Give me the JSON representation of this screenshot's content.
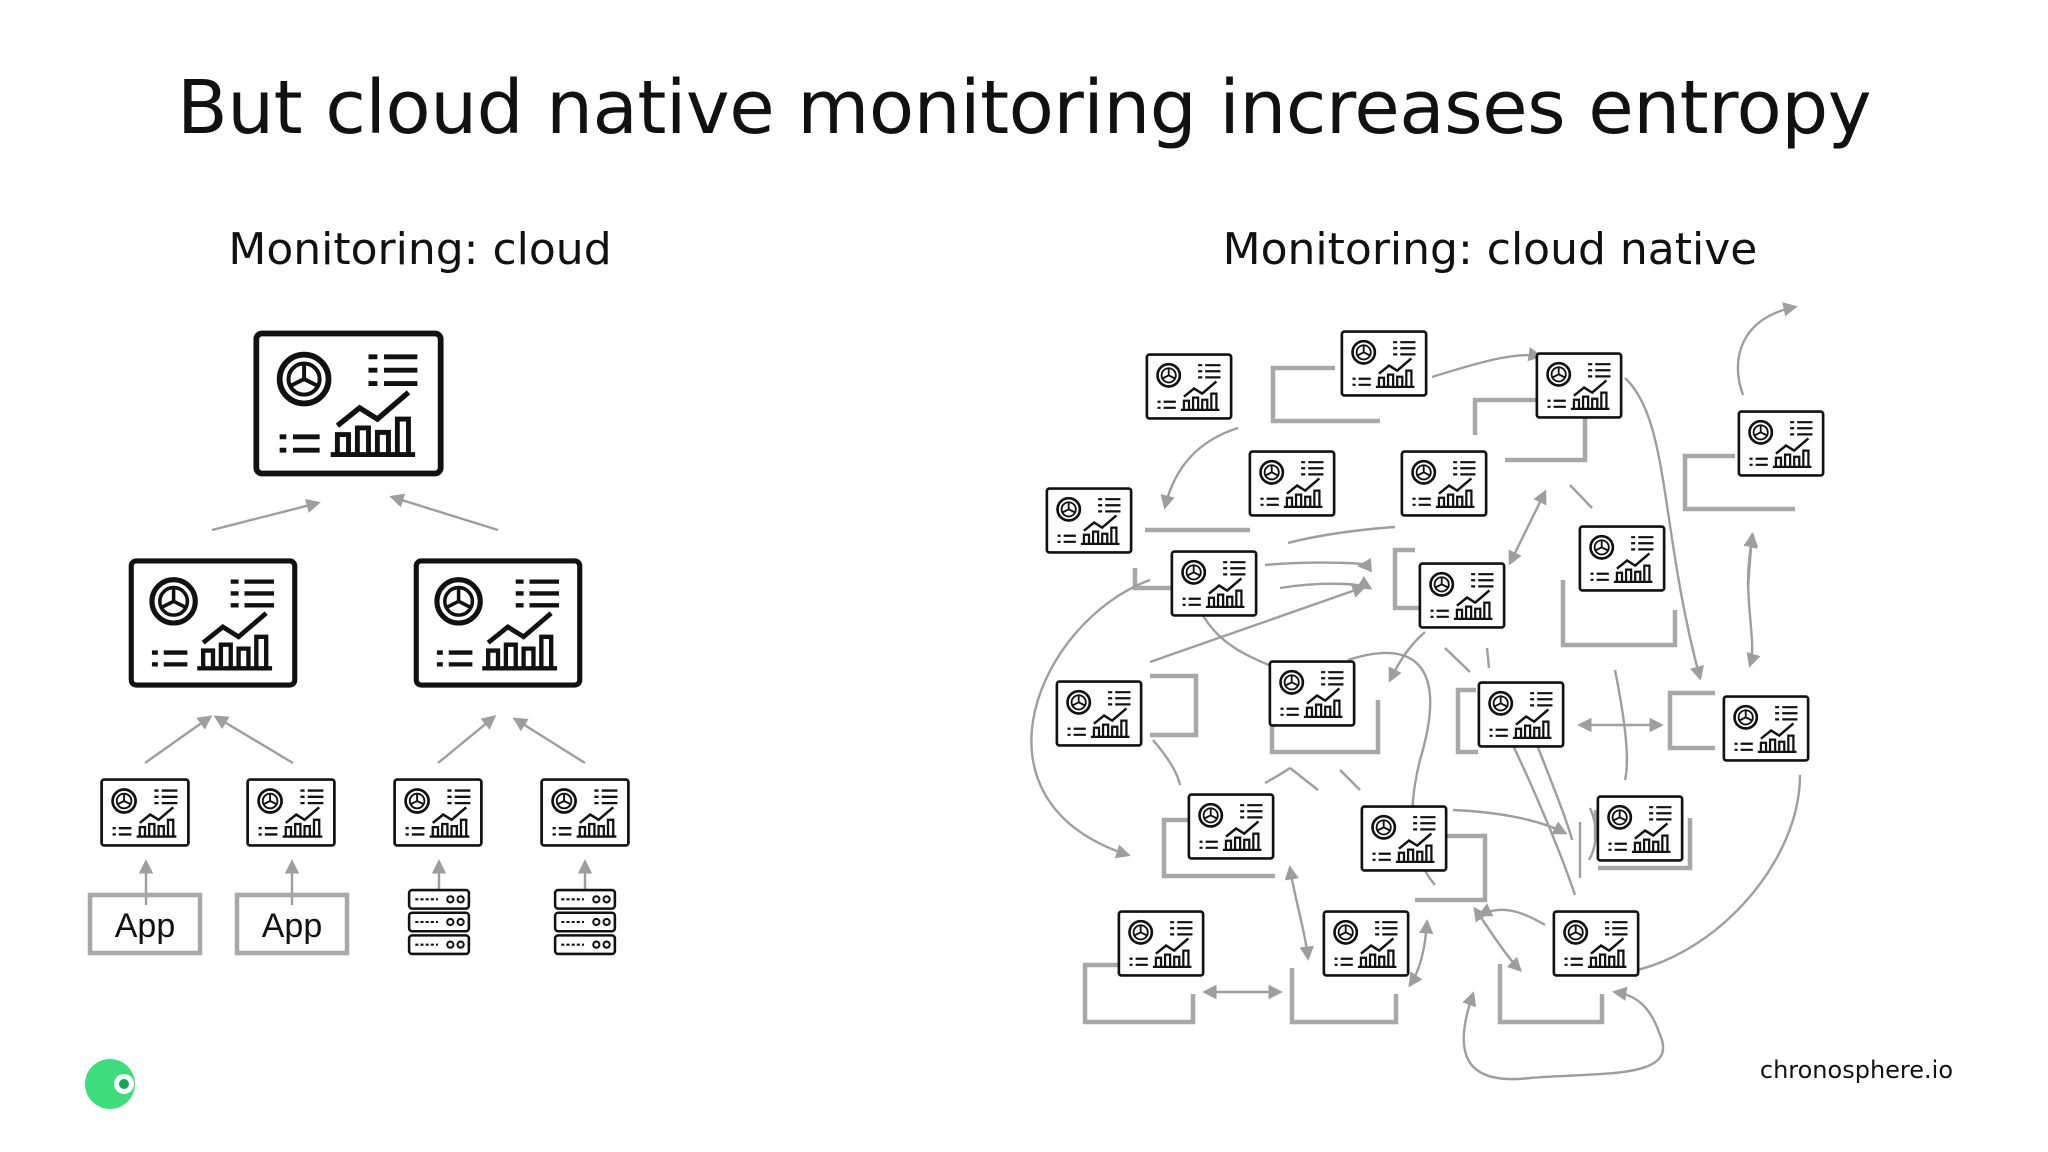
{
  "slide": {
    "title": "But cloud native monitoring increases entropy",
    "footer_url": "chronosphere.io"
  },
  "left_panel": {
    "heading": "Monitoring: cloud",
    "sources": [
      {
        "kind": "app",
        "label": "App"
      },
      {
        "kind": "app",
        "label": "App"
      },
      {
        "kind": "server"
      },
      {
        "kind": "server"
      }
    ]
  },
  "right_panel": {
    "heading": "Monitoring: cloud native"
  },
  "colors": {
    "icon_stroke": "#111111",
    "connector": "#9e9e9e",
    "frame": "#a8a8a8",
    "logo_green": "#3ddc7c",
    "logo_dark": "#14a55a"
  },
  "icons": {
    "dashboard": "dashboard-icon",
    "server": "server-rack-icon",
    "logo": "chronosphere-logo-icon"
  }
}
